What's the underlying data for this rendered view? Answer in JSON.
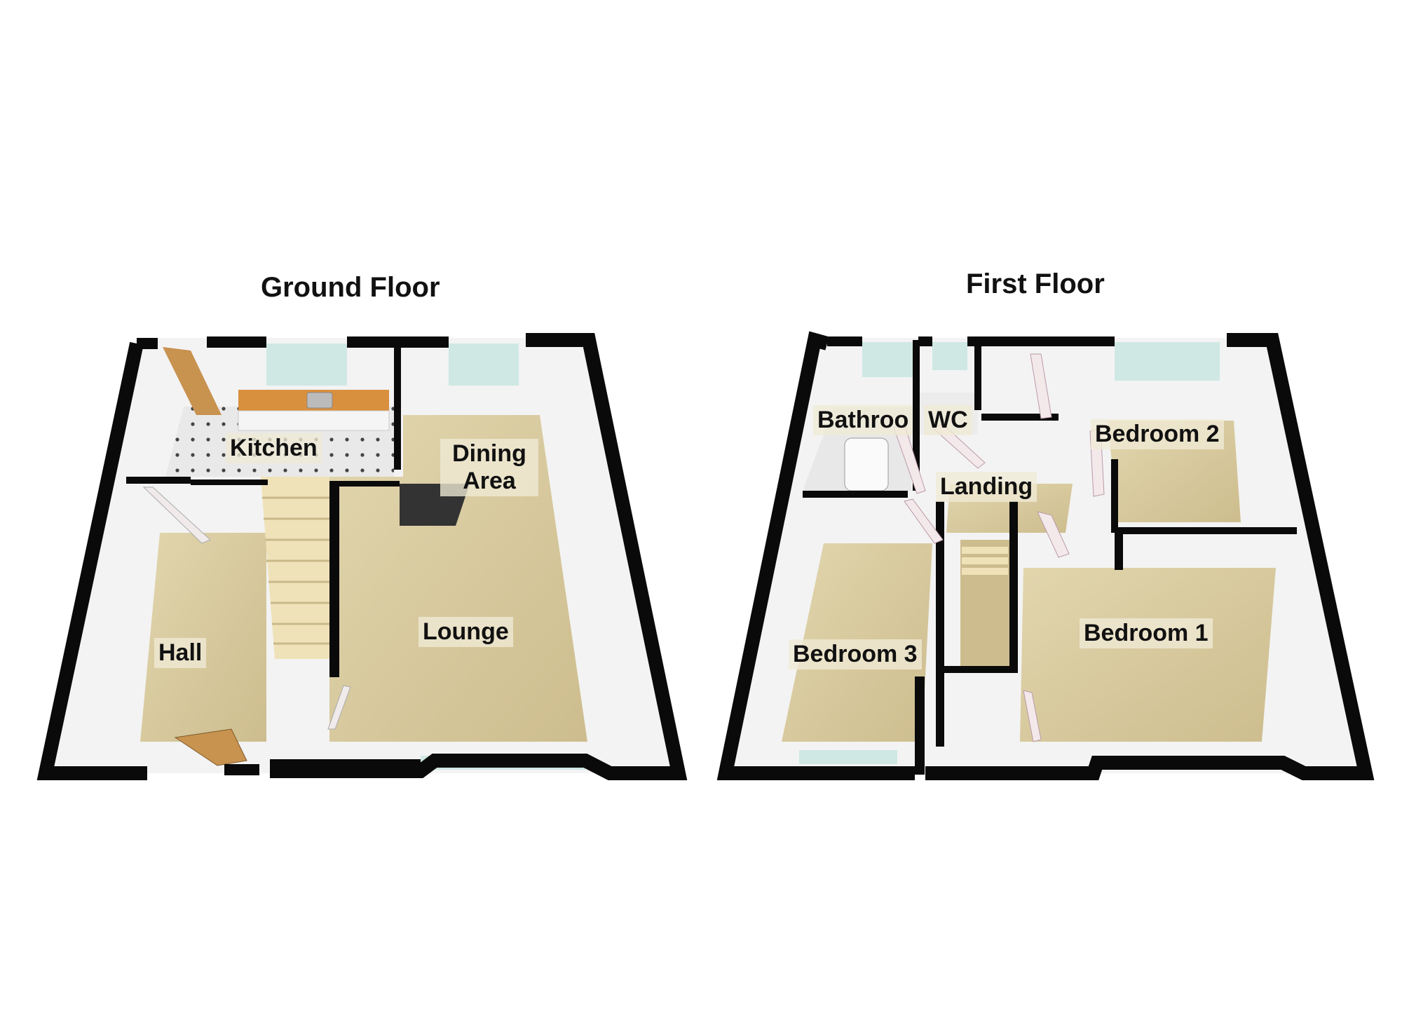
{
  "floors": [
    {
      "title": "Ground Floor",
      "rooms": [
        "Kitchen",
        "Dining Area",
        "Hall",
        "Lounge"
      ]
    },
    {
      "title": "First Floor",
      "rooms": [
        "Bathroo",
        "WC",
        "Bedroom 2",
        "Landing",
        "Bedroom 1",
        "Bedroom 3"
      ]
    }
  ],
  "colors": {
    "wall": "#0a0a0a",
    "wall_face": "#f4f4f4",
    "carpet": "#d8caa0",
    "kitchen_floor": "#e6e6e6",
    "stairs": "#efe2b8",
    "window": "#cfe8e4",
    "door": "#c8924f"
  }
}
